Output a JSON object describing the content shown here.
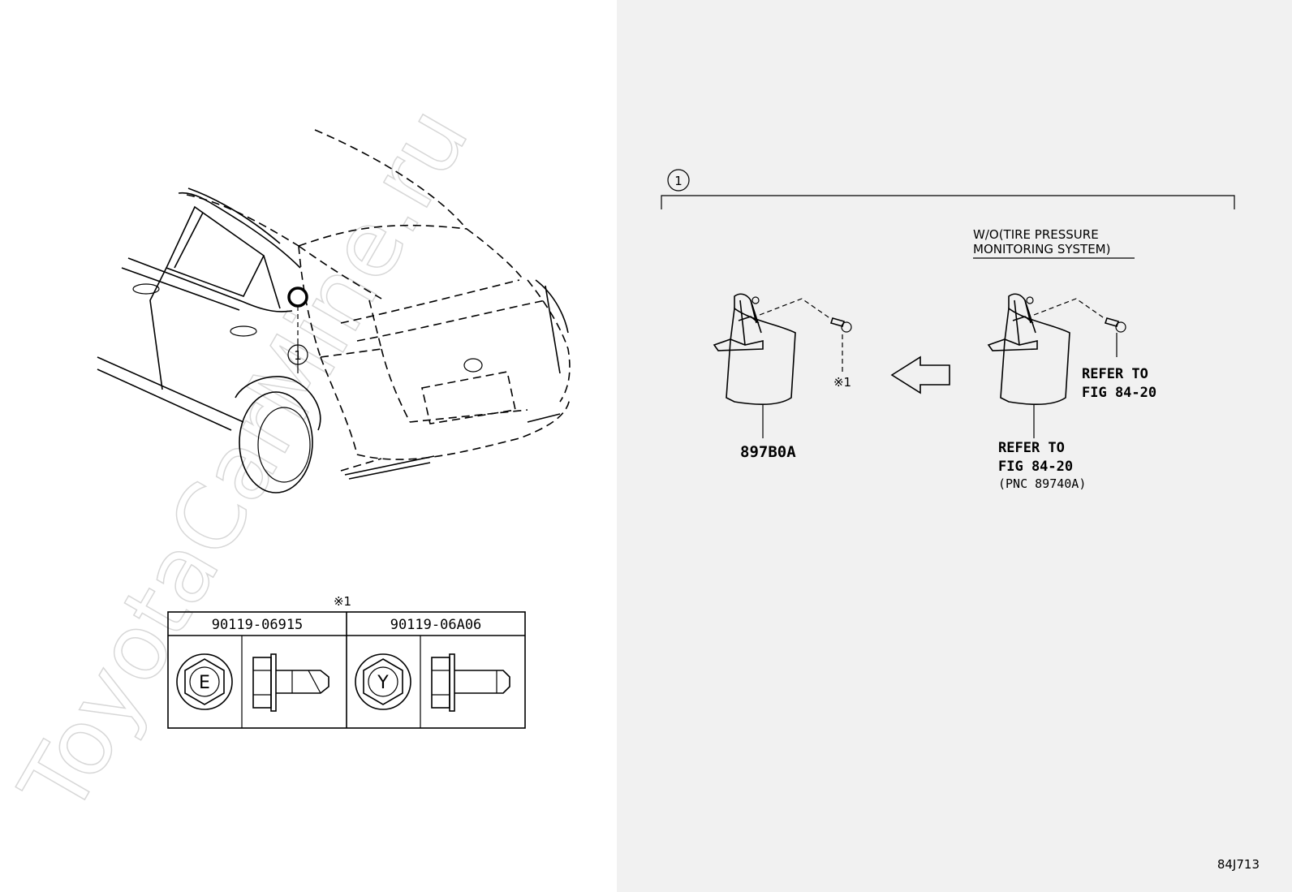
{
  "watermark": "ToyotaCarMine.ru",
  "callout": {
    "number": "1",
    "bracket_number": "1"
  },
  "variant": {
    "condition_line1": "W/O(TIRE PRESSURE",
    "condition_line2": "MONITORING SYSTEM)"
  },
  "parts": {
    "main_part_number": "897B0A",
    "note_symbol": "※1",
    "screw_refer_line1": "REFER TO",
    "screw_refer_line2": "FIG 84-20",
    "module_refer_line1": "REFER TO",
    "module_refer_line2": "FIG 84-20",
    "module_refer_line3": "(PNC 89740A)"
  },
  "bolt_table": {
    "note": "※1",
    "columns": [
      {
        "part_number": "90119-06915",
        "head_mark": "E"
      },
      {
        "part_number": "90119-06A06",
        "head_mark": "Y"
      }
    ]
  },
  "footer": {
    "figure_code": "84J713"
  },
  "colors": {
    "right_panel_bg": "#f1f1f1",
    "line": "#000000",
    "watermark": "#d7d7d7"
  }
}
